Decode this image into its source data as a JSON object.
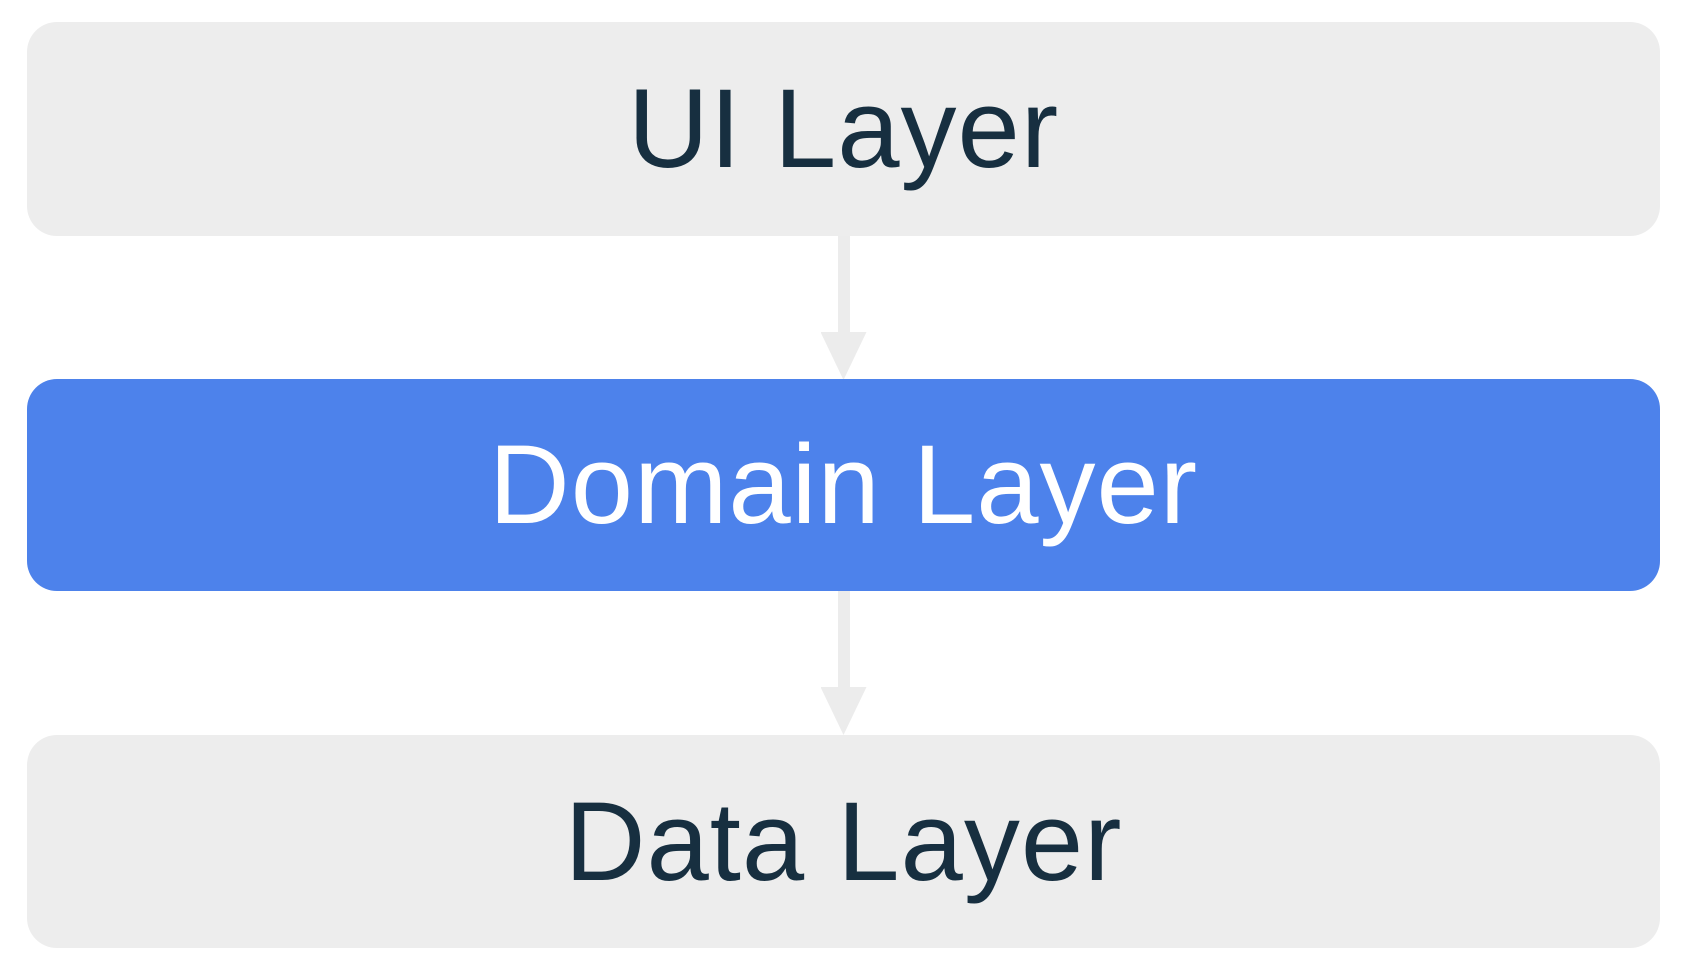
{
  "diagram": {
    "background": "#FFFFFF",
    "layers": [
      {
        "id": "ui",
        "label": "UI Layer",
        "bg": "#EDEDED",
        "text_color": "#172F40"
      },
      {
        "id": "domain",
        "label": "Domain Layer",
        "bg": "#4D82EB",
        "text_color": "#FFFFFF"
      },
      {
        "id": "data",
        "label": "Data Layer",
        "bg": "#EDEDED",
        "text_color": "#172F40"
      }
    ],
    "arrows": [
      {
        "from": "UI Layer",
        "to": "Domain Layer",
        "direction": "down",
        "color": "#ECECEC"
      },
      {
        "from": "Domain Layer",
        "to": "Data Layer",
        "direction": "down",
        "color": "#ECECEC"
      }
    ]
  }
}
